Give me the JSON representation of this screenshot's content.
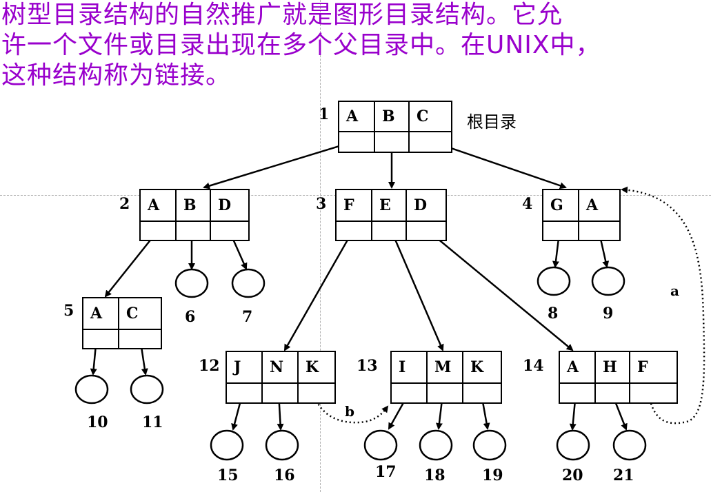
{
  "heading": {
    "line1": "树型目录结构的自然推广就是图形目录结构。它允",
    "line2": "许一个文件或目录出现在多个父目录中。在UNIX中，",
    "line3": "这种结构称为链接。"
  },
  "root_label": "根目录",
  "nodes": {
    "n1": {
      "num": "1",
      "entries": [
        "A",
        "B",
        "C"
      ]
    },
    "n2": {
      "num": "2",
      "entries": [
        "A",
        "B",
        "D"
      ]
    },
    "n3": {
      "num": "3",
      "entries": [
        "F",
        "E",
        "D"
      ]
    },
    "n4": {
      "num": "4",
      "entries": [
        "G",
        "A"
      ]
    },
    "n5": {
      "num": "5",
      "entries": [
        "A",
        "C"
      ]
    },
    "n12": {
      "num": "12",
      "entries": [
        "J",
        "N",
        "K"
      ]
    },
    "n13": {
      "num": "13",
      "entries": [
        "I",
        "M",
        "K"
      ]
    },
    "n14": {
      "num": "14",
      "entries": [
        "A",
        "H",
        "F"
      ]
    }
  },
  "leaves": [
    "6",
    "7",
    "8",
    "9",
    "10",
    "11",
    "15",
    "16",
    "17",
    "18",
    "19",
    "20",
    "21"
  ],
  "links": {
    "a": "a",
    "b": "b"
  },
  "colors": {
    "heading": "#9900cc",
    "lines": "#000000"
  }
}
